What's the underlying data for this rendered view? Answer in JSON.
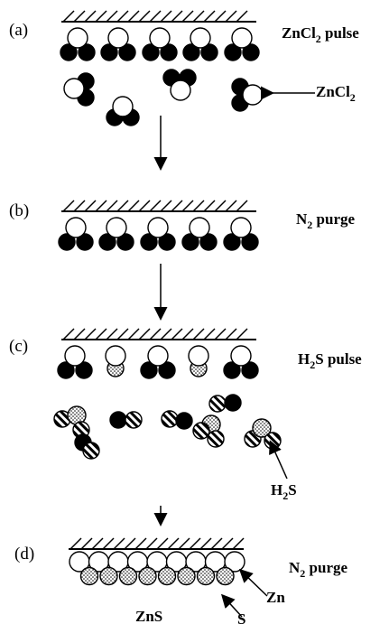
{
  "steps": {
    "a": {
      "label": "(a)",
      "title_main": "ZnCl",
      "title_sub": "2",
      "title_tail": " pulse",
      "callout_main": "ZnCl",
      "callout_sub": "2"
    },
    "b": {
      "label": "(b)",
      "title_main": "N",
      "title_sub": "2",
      "title_tail": " purge"
    },
    "c": {
      "label": "(c)",
      "title_main": "H",
      "title_sub": "2",
      "title_tail": "S pulse",
      "callout_main": "H",
      "callout_sub": "2",
      "callout_tail": "S"
    },
    "d": {
      "label": "(d)",
      "title_main": "N",
      "title_sub": "2",
      "title_tail": " purge",
      "zn_label": "Zn",
      "s_label": "S",
      "film_label": "ZnS"
    }
  },
  "atom_styles": {
    "Zn": "white",
    "Cl": "black",
    "S": "dotted",
    "H": "hatched"
  }
}
